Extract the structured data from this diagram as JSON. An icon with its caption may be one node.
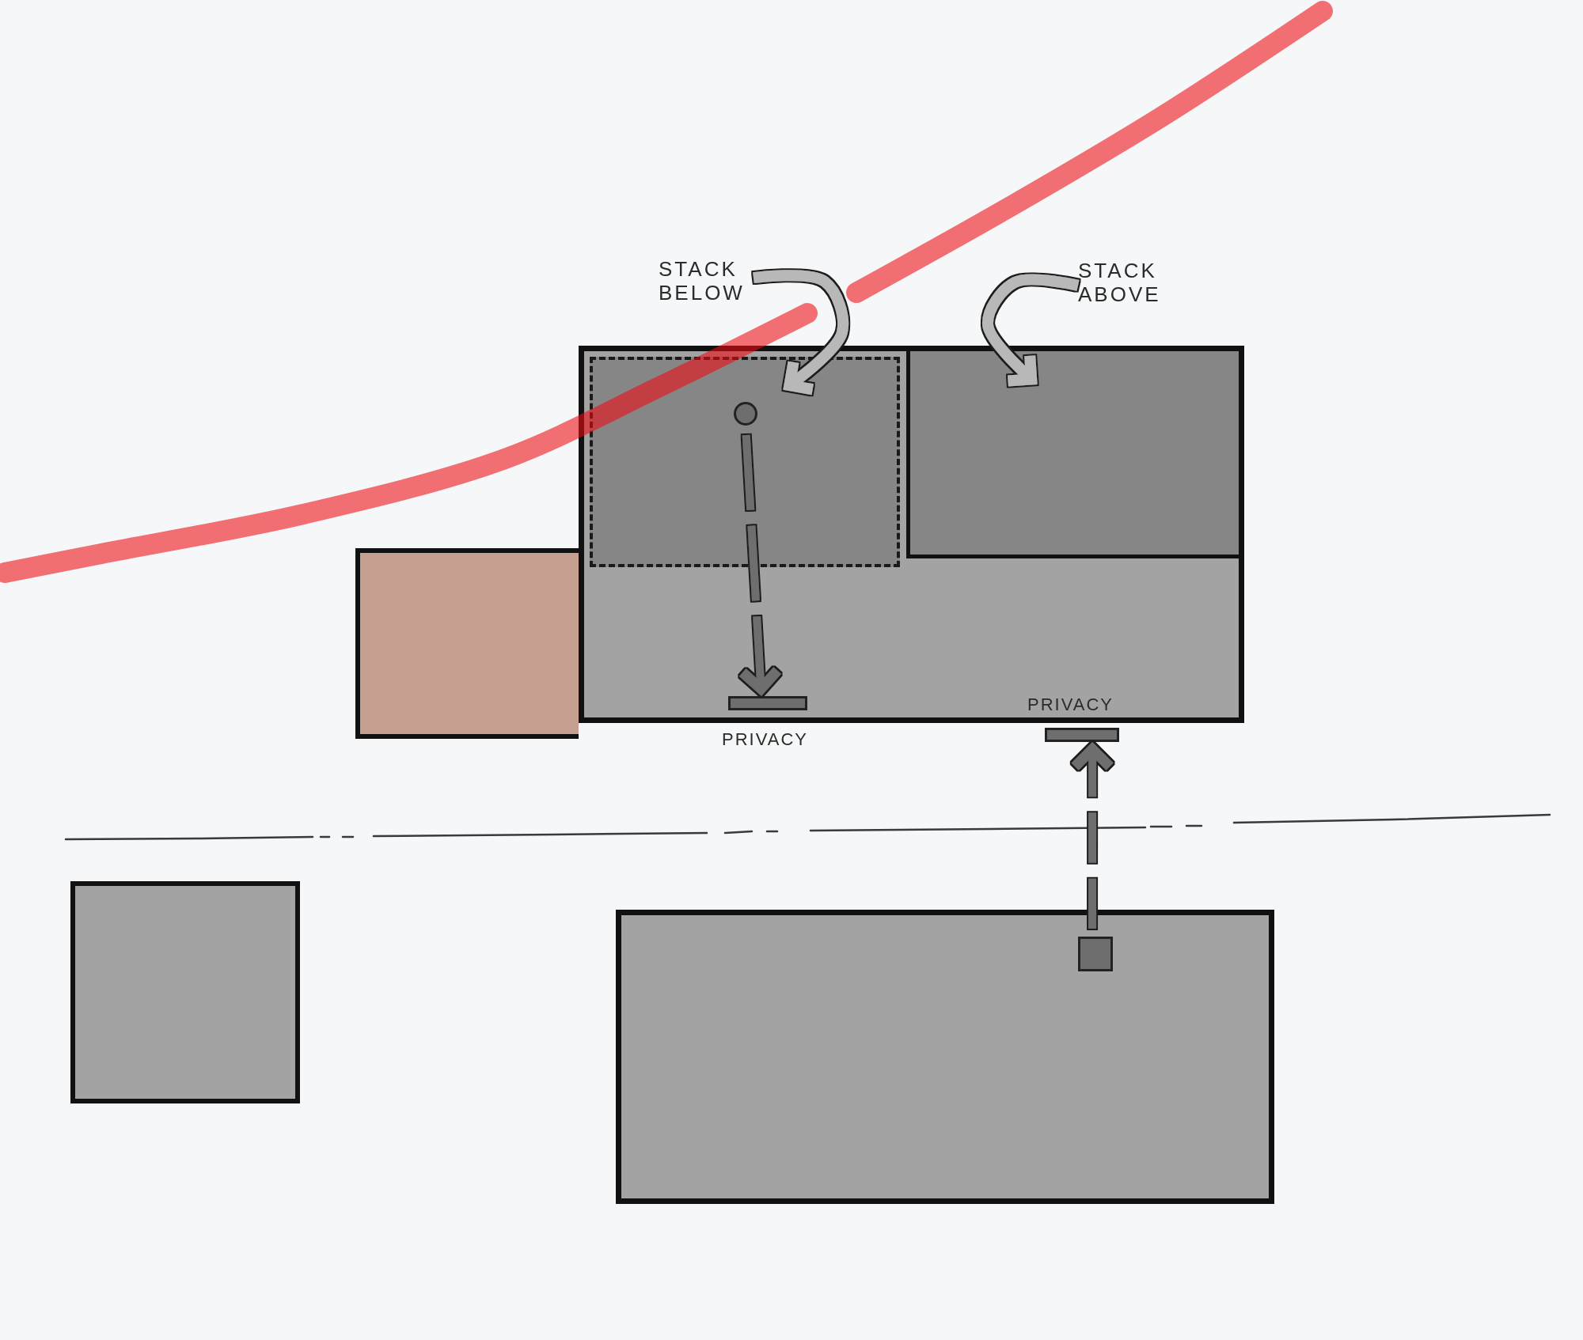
{
  "diagram": {
    "nodes": [
      {
        "text": [
          "STACK BELOW"
        ]
      },
      {
        "text": [
          "STACK ABOVE"
        ]
      },
      {
        "text": [],
        "shape": "box"
      },
      {
        "text": [],
        "shape": "box",
        "in": 2
      },
      {
        "text": [],
        "shape": "box",
        "in": 2
      },
      {
        "text": [],
        "shape": "circle",
        "in": 3
      },
      {
        "text": [],
        "shape": "bar",
        "in": 2,
        "beside": [
          "PRIVACY"
        ]
      },
      {
        "text": [],
        "shape": "box"
      },
      {
        "text": [],
        "shape": "bar",
        "beside": [
          "PRIVACY"
        ]
      },
      {
        "text": [],
        "shape": "box"
      },
      {
        "text": [],
        "shape": "box"
      },
      {
        "text": [],
        "shape": "box",
        "in": 10
      }
    ],
    "edges": [
      {
        "from": 0,
        "to": 3,
        "arrow": "to",
        "color": "#b8b8b8"
      },
      {
        "from": 1,
        "to": 4,
        "arrow": "to",
        "color": "#b8b8b8"
      },
      {
        "from": 5,
        "to": 6,
        "arrow": "to",
        "style": "dashed"
      },
      {
        "from": 11,
        "to": 8,
        "arrow": "to",
        "style": "dashed"
      }
    ]
  }
}
